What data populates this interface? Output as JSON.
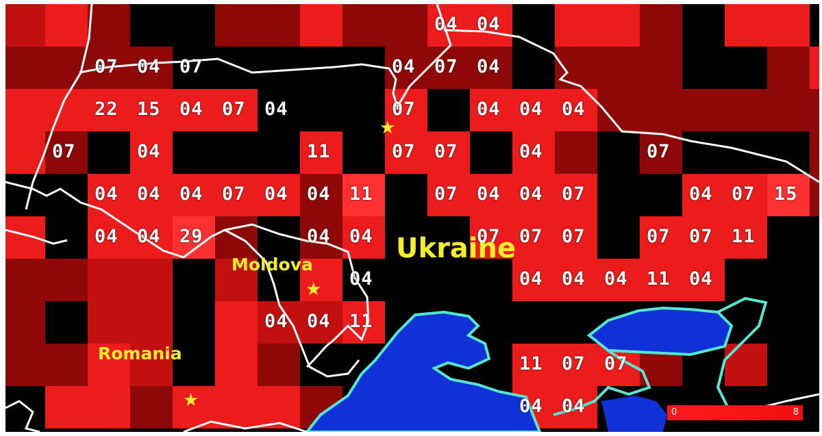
{
  "map": {
    "labels": {
      "ukraine": "Ukraine",
      "moldova": "Moldova",
      "romania": "Romania"
    },
    "legend": {
      "min": "0",
      "max": "8"
    },
    "colors": {
      "background": "#000000",
      "cell_dark": "#8f0808",
      "cell_mid": "#c21010",
      "cell_bright": "#ec1c1c",
      "cell_hot": "#ff3030",
      "sea": "#1030d8",
      "coast": "#54e6cf",
      "border": "#ffffff",
      "label": "#f2ee2b"
    },
    "grid_rows": [
      [
        "mid",
        "bright",
        "dark",
        "empty",
        "empty",
        "dark",
        "dark",
        "bright",
        "dark",
        "dark",
        "bright",
        "bright",
        "empty",
        "bright",
        "bright",
        "dark",
        "empty",
        "bright",
        "bright",
        "empty"
      ],
      [
        "dark",
        "dark",
        "dark",
        "dark",
        "empty",
        "empty",
        "empty",
        "empty",
        "empty",
        "dark",
        "dark",
        "dark",
        "empty",
        "dark",
        "dark",
        "dark",
        "empty",
        "empty",
        "dark",
        "bright"
      ],
      [
        "bright",
        "bright",
        "bright",
        "bright",
        "bright",
        "bright",
        "empty",
        "empty",
        "empty",
        "bright",
        "empty",
        "bright",
        "bright",
        "bright",
        "dark",
        "dark",
        "dark",
        "dark",
        "dark",
        "dark"
      ],
      [
        "bright",
        "dark",
        "empty",
        "bright",
        "empty",
        "empty",
        "empty",
        "bright",
        "empty",
        "bright",
        "bright",
        "empty",
        "bright",
        "dark",
        "empty",
        "dark",
        "empty",
        "empty",
        "empty",
        "dark"
      ],
      [
        "empty",
        "empty",
        "bright",
        "bright",
        "bright",
        "bright",
        "bright",
        "dark",
        "hot",
        "empty",
        "bright",
        "bright",
        "bright",
        "bright",
        "empty",
        "empty",
        "bright",
        "bright",
        "hot",
        "dark"
      ],
      [
        "bright",
        "empty",
        "bright",
        "bright",
        "hot",
        "dark",
        "empty",
        "dark",
        "bright",
        "empty",
        "empty",
        "bright",
        "bright",
        "bright",
        "empty",
        "bright",
        "bright",
        "bright",
        "empty",
        "empty"
      ],
      [
        "dark",
        "dark",
        "mid",
        "mid",
        "empty",
        "mid",
        "empty",
        "bright",
        "empty",
        "empty",
        "empty",
        "empty",
        "bright",
        "bright",
        "bright",
        "bright",
        "bright",
        "empty",
        "empty",
        "empty"
      ],
      [
        "dark",
        "empty",
        "mid",
        "mid",
        "empty",
        "bright",
        "mid",
        "mid",
        "bright",
        "empty",
        "empty",
        "empty",
        "empty",
        "empty",
        "empty",
        "empty",
        "empty",
        "empty",
        "empty",
        "empty"
      ],
      [
        "dark",
        "dark",
        "bright",
        "mid",
        "empty",
        "bright",
        "dark",
        "empty",
        "empty",
        "empty",
        "empty",
        "empty",
        "bright",
        "bright",
        "bright",
        "dark",
        "empty",
        "mid",
        "empty",
        "empty"
      ],
      [
        "empty",
        "bright",
        "bright",
        "dark",
        "bright",
        "bright",
        "bright",
        "dark",
        "empty",
        "empty",
        "empty",
        "empty",
        "bright",
        "bright",
        "empty",
        "empty",
        "empty",
        "empty",
        "empty",
        "empty"
      ]
    ],
    "cell_values": [
      {
        "row": 0,
        "col": 10,
        "value": "04"
      },
      {
        "row": 0,
        "col": 11,
        "value": "04"
      },
      {
        "row": 1,
        "col": 2,
        "value": "07"
      },
      {
        "row": 1,
        "col": 3,
        "value": "04"
      },
      {
        "row": 1,
        "col": 4,
        "value": "07"
      },
      {
        "row": 1,
        "col": 9,
        "value": "04"
      },
      {
        "row": 1,
        "col": 10,
        "value": "07"
      },
      {
        "row": 1,
        "col": 11,
        "value": "04"
      },
      {
        "row": 2,
        "col": 2,
        "value": "22"
      },
      {
        "row": 2,
        "col": 3,
        "value": "15"
      },
      {
        "row": 2,
        "col": 4,
        "value": "04"
      },
      {
        "row": 2,
        "col": 5,
        "value": "07"
      },
      {
        "row": 2,
        "col": 6,
        "value": "04"
      },
      {
        "row": 2,
        "col": 9,
        "value": "07"
      },
      {
        "row": 2,
        "col": 11,
        "value": "04"
      },
      {
        "row": 2,
        "col": 12,
        "value": "04"
      },
      {
        "row": 2,
        "col": 13,
        "value": "04"
      },
      {
        "row": 3,
        "col": 1,
        "value": "07"
      },
      {
        "row": 3,
        "col": 3,
        "value": "04"
      },
      {
        "row": 3,
        "col": 7,
        "value": "11"
      },
      {
        "row": 3,
        "col": 9,
        "value": "07"
      },
      {
        "row": 3,
        "col": 10,
        "value": "07"
      },
      {
        "row": 3,
        "col": 12,
        "value": "04"
      },
      {
        "row": 3,
        "col": 15,
        "value": "07"
      },
      {
        "row": 4,
        "col": 2,
        "value": "04"
      },
      {
        "row": 4,
        "col": 3,
        "value": "04"
      },
      {
        "row": 4,
        "col": 4,
        "value": "04"
      },
      {
        "row": 4,
        "col": 5,
        "value": "07"
      },
      {
        "row": 4,
        "col": 6,
        "value": "04"
      },
      {
        "row": 4,
        "col": 7,
        "value": "04"
      },
      {
        "row": 4,
        "col": 8,
        "value": "11"
      },
      {
        "row": 4,
        "col": 10,
        "value": "07"
      },
      {
        "row": 4,
        "col": 11,
        "value": "04"
      },
      {
        "row": 4,
        "col": 12,
        "value": "04"
      },
      {
        "row": 4,
        "col": 13,
        "value": "07"
      },
      {
        "row": 4,
        "col": 16,
        "value": "04"
      },
      {
        "row": 4,
        "col": 17,
        "value": "07"
      },
      {
        "row": 4,
        "col": 18,
        "value": "15"
      },
      {
        "row": 5,
        "col": 2,
        "value": "04"
      },
      {
        "row": 5,
        "col": 3,
        "value": "04"
      },
      {
        "row": 5,
        "col": 4,
        "value": "29"
      },
      {
        "row": 5,
        "col": 7,
        "value": "04"
      },
      {
        "row": 5,
        "col": 8,
        "value": "04"
      },
      {
        "row": 5,
        "col": 11,
        "value": "07"
      },
      {
        "row": 5,
        "col": 12,
        "value": "07"
      },
      {
        "row": 5,
        "col": 13,
        "value": "07"
      },
      {
        "row": 5,
        "col": 15,
        "value": "07"
      },
      {
        "row": 5,
        "col": 16,
        "value": "07"
      },
      {
        "row": 5,
        "col": 17,
        "value": "11"
      },
      {
        "row": 6,
        "col": 8,
        "value": "04"
      },
      {
        "row": 6,
        "col": 12,
        "value": "04"
      },
      {
        "row": 6,
        "col": 13,
        "value": "04"
      },
      {
        "row": 6,
        "col": 14,
        "value": "04"
      },
      {
        "row": 6,
        "col": 15,
        "value": "11"
      },
      {
        "row": 6,
        "col": 16,
        "value": "04"
      },
      {
        "row": 7,
        "col": 6,
        "value": "04"
      },
      {
        "row": 7,
        "col": 7,
        "value": "04"
      },
      {
        "row": 7,
        "col": 8,
        "value": "11"
      },
      {
        "row": 8,
        "col": 12,
        "value": "11"
      },
      {
        "row": 8,
        "col": 13,
        "value": "07"
      },
      {
        "row": 8,
        "col": 14,
        "value": "07"
      },
      {
        "row": 9,
        "col": 12,
        "value": "04"
      },
      {
        "row": 9,
        "col": 13,
        "value": "04"
      }
    ]
  }
}
